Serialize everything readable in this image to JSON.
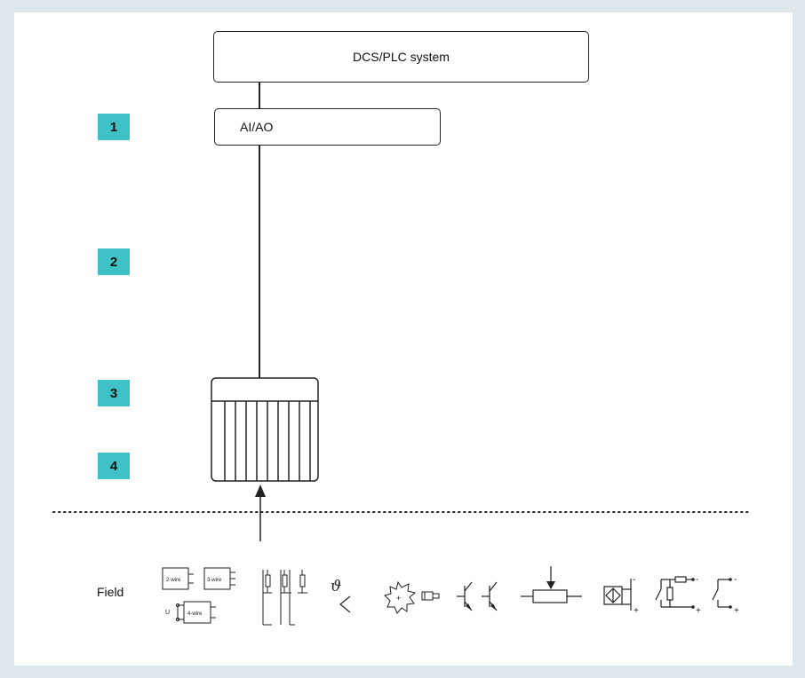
{
  "diagram": {
    "dcs_label": "DCS/PLC system",
    "aiao_label": "AI/AO",
    "markers": [
      "1",
      "2",
      "3",
      "4"
    ],
    "field_label": "Field",
    "device_labels": {
      "two_wire": "2-wire",
      "three_wire": "3-wire",
      "four_wire": "4-wire",
      "supply_voltage": "U",
      "theta": "ϑ",
      "minus": "-",
      "plus": "+"
    }
  }
}
